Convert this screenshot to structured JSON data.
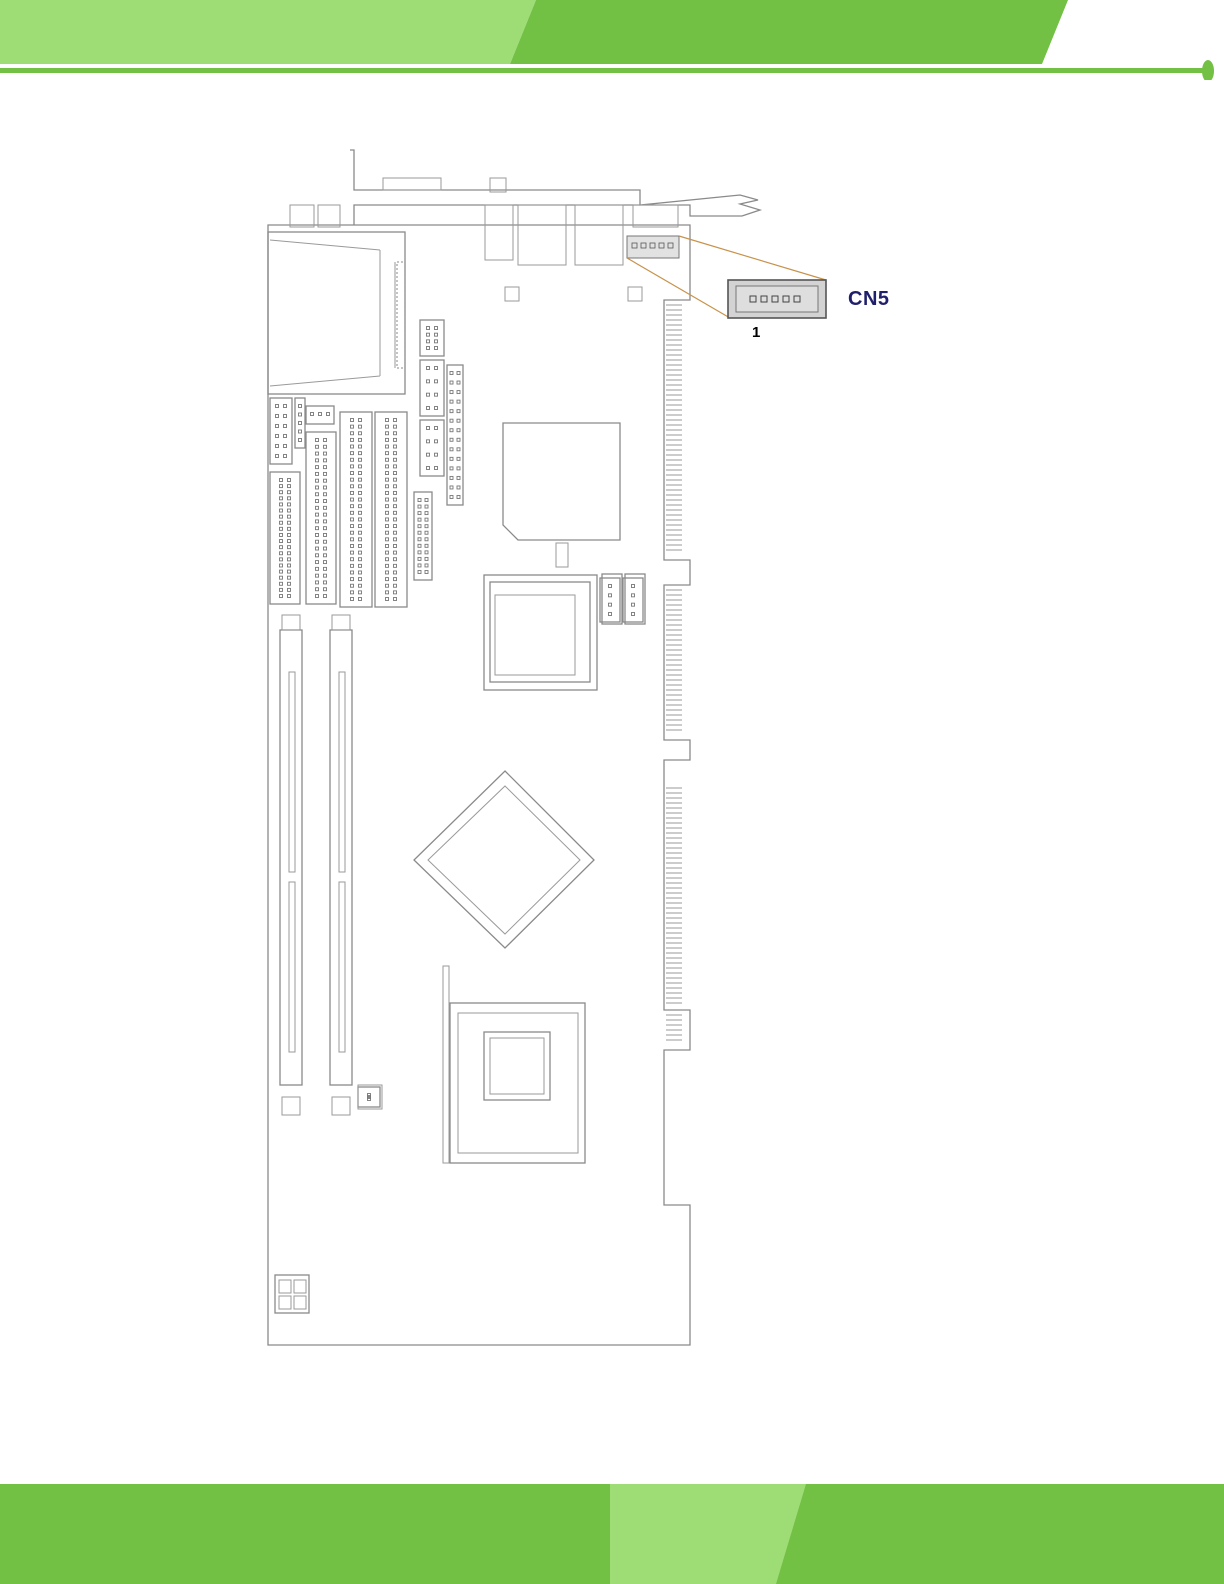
{
  "colors": {
    "green_light": "#9edd76",
    "green_mid": "#72c044",
    "green_dark": "#5fae36",
    "board_line": "#8a8a8a",
    "callout_line": "#c8924a",
    "label_color": "#1f1f6b"
  },
  "callout": {
    "connector_label": "CN5",
    "pin_label": "1",
    "pin_count": 5
  }
}
